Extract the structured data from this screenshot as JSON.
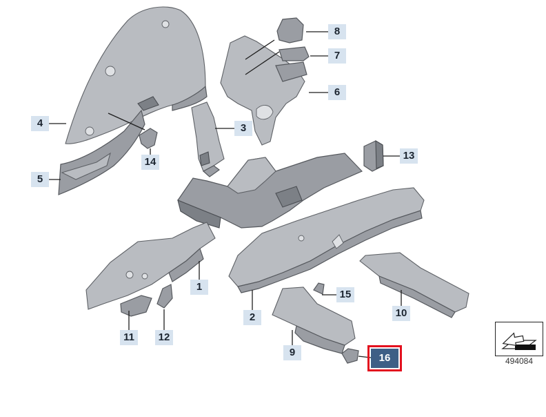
{
  "callouts": [
    {
      "id": "c1",
      "text": "1"
    },
    {
      "id": "c2",
      "text": "2"
    },
    {
      "id": "c3",
      "text": "3"
    },
    {
      "id": "c4",
      "text": "4"
    },
    {
      "id": "c5",
      "text": "5"
    },
    {
      "id": "c6",
      "text": "6"
    },
    {
      "id": "c7",
      "text": "7"
    },
    {
      "id": "c8",
      "text": "8"
    },
    {
      "id": "c9",
      "text": "9"
    },
    {
      "id": "c10",
      "text": "10"
    },
    {
      "id": "c11",
      "text": "11"
    },
    {
      "id": "c12",
      "text": "12"
    },
    {
      "id": "c13",
      "text": "13"
    },
    {
      "id": "c14",
      "text": "14"
    },
    {
      "id": "c15",
      "text": "15"
    },
    {
      "id": "c16",
      "text": "16",
      "highlighted": true
    }
  ],
  "reference_number": "494084",
  "colors": {
    "label_bg": "#d7e3ef",
    "label_text": "#1c2530",
    "highlight_bg": "#3e5f86",
    "highlight_border": "#e3101e",
    "part_fill": "#9a9da3"
  }
}
